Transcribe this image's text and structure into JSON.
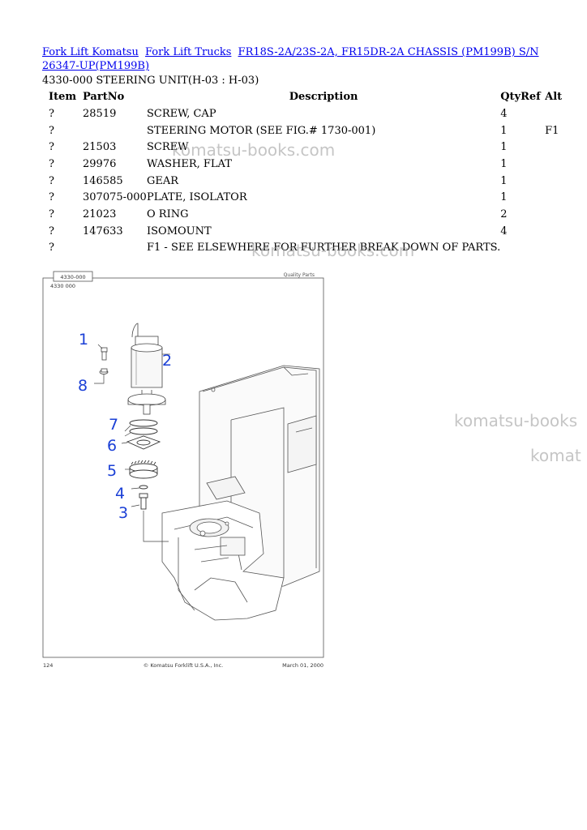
{
  "breadcrumb": {
    "link1": "Fork Lift Komatsu",
    "link2": "Fork Lift Trucks",
    "link3": "FR18S-2A/23S-2A, FR15DR-2A CHASSIS (PM199B) S/N 26347-UP(PM199B)"
  },
  "subtitle": "4330-000 STEERING UNIT(H-03 : H-03)",
  "table": {
    "headers": {
      "item": "Item",
      "partno": "PartNo",
      "description": "Description",
      "qty": "Qty",
      "ref": "Ref",
      "alt": "Alt"
    },
    "rows": [
      {
        "item": "?",
        "partno": "28519",
        "description": "SCREW, CAP",
        "qty": "4",
        "ref": "",
        "alt": ""
      },
      {
        "item": "?",
        "partno": "",
        "description": "STEERING MOTOR (SEE FIG.# 1730-001)",
        "qty": "1",
        "ref": "",
        "alt": "F1"
      },
      {
        "item": "?",
        "partno": "21503",
        "description": "SCREW",
        "qty": "1",
        "ref": "",
        "alt": ""
      },
      {
        "item": "?",
        "partno": "29976",
        "description": "WASHER, FLAT",
        "qty": "1",
        "ref": "",
        "alt": ""
      },
      {
        "item": "?",
        "partno": "146585",
        "description": "GEAR",
        "qty": "1",
        "ref": "",
        "alt": ""
      },
      {
        "item": "?",
        "partno": "307075-000",
        "description": "PLATE, ISOLATOR",
        "qty": "1",
        "ref": "",
        "alt": ""
      },
      {
        "item": "?",
        "partno": "21023",
        "description": "O RING",
        "qty": "2",
        "ref": "",
        "alt": ""
      },
      {
        "item": "?",
        "partno": "147633",
        "description": "ISOMOUNT",
        "qty": "4",
        "ref": "",
        "alt": ""
      },
      {
        "item": "?",
        "partno": "",
        "description": "F1 - SEE ELSEWHERE FOR FURTHER BREAK DOWN OF PARTS.",
        "qty": "",
        "ref": "",
        "alt": ""
      }
    ]
  },
  "watermarks": [
    "komatsu-books.com",
    "komatsu-books.com",
    "komatsu-books",
    "komat"
  ],
  "drawing": {
    "tab_label": "4330-000",
    "code_label": "4330 000",
    "header_right": "Quality Parts",
    "callouts": [
      "1",
      "2",
      "3",
      "4",
      "5",
      "6",
      "7",
      "8"
    ],
    "footer_page": "124",
    "footer_copyright": "© Komatsu Forklift U.S.A., Inc.",
    "footer_date": "March 01, 2000",
    "callout_color": "#1a3fd6"
  }
}
